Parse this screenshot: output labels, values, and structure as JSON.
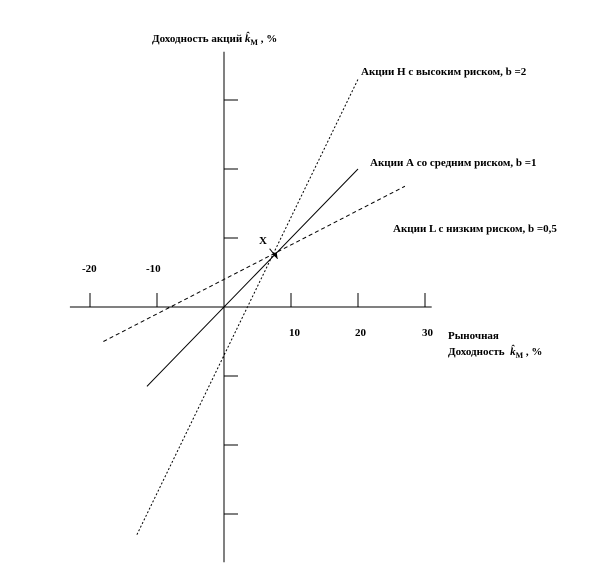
{
  "chart_data": {
    "type": "line",
    "y_axis_label": {
      "prefix": "Доходность  акций",
      "symbol": "k̂",
      "subscript": "M",
      "suffix": ", %"
    },
    "x_axis_label": {
      "line1": "Рыночная",
      "prefix": "Доходность",
      "symbol": "k̂",
      "subscript": "M",
      "suffix": ", %"
    },
    "negative_tick_labels": [
      "-20",
      "-10"
    ],
    "positive_tick_labels": [
      "10",
      "20",
      "30"
    ],
    "x_ticks": [
      -20,
      -10,
      10,
      20,
      30
    ],
    "y_ticks": [
      -30,
      -20,
      -10,
      10,
      20,
      30
    ],
    "xlim": [
      -23,
      31
    ],
    "ylim": [
      -37,
      37
    ],
    "intersection_point": {
      "label": "X",
      "x": 8,
      "y": 7
    },
    "series": [
      {
        "name": "Акции Н с высоким риском, b =2",
        "beta": 2,
        "style": "dotted",
        "x": [
          -13,
          20
        ],
        "y": [
          -33,
          33
        ]
      },
      {
        "name": "Акции А со средним риском, b =1",
        "beta": 1,
        "style": "solid",
        "x": [
          -11.5,
          20
        ],
        "y": [
          -11.5,
          20
        ]
      },
      {
        "name": "Акции L с низким риском, b =0,5",
        "beta": 0.5,
        "style": "dashed",
        "x": [
          -18,
          27
        ],
        "y": [
          -5,
          17.5
        ]
      }
    ]
  }
}
